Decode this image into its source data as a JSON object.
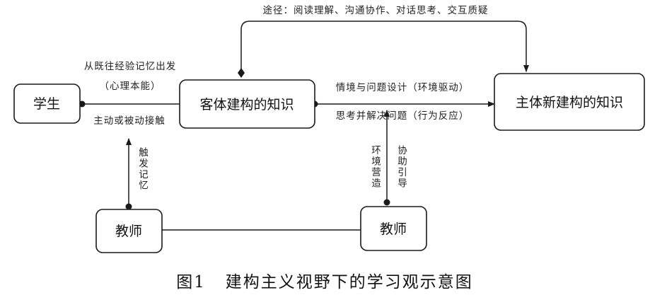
{
  "nodes": {
    "student": "学生",
    "object_knowledge": "客体建构的知识",
    "subject_knowledge": "主体新建构的知识",
    "teacher_left": "教师",
    "teacher_right": "教师"
  },
  "edges": {
    "top_path": "途径：阅读理解、沟通协作、对话思考、交互质疑",
    "from_memory": "从既往经验记忆出发",
    "instinct": "（心理本能）",
    "contact": "主动或被动接触",
    "scenario_design": "情境与问题设计（环境驱动）",
    "problem_solving": "思考并解决问题（行为反应）",
    "trigger_memory": "触发记忆",
    "env_build": "环境营造",
    "assist_guide": "协助引导"
  },
  "caption": "图1   建构主义视野下的学习观示意图"
}
